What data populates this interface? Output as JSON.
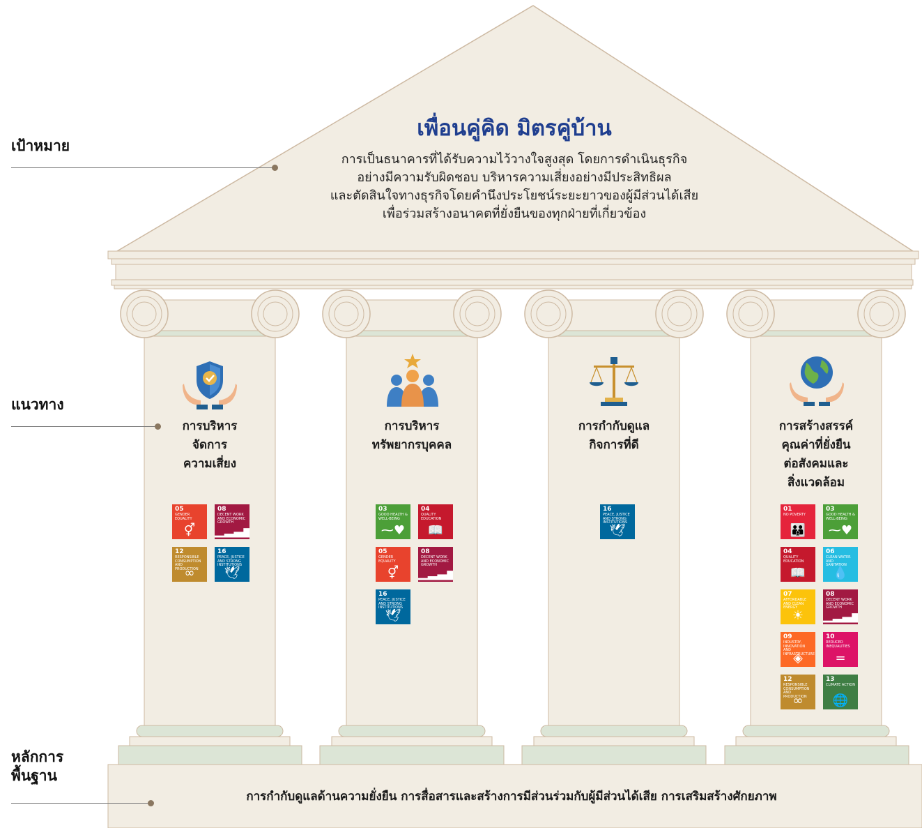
{
  "side_labels": {
    "goal": "เป้าหมาย",
    "approach": "แนวทาง",
    "foundation_line1": "หลักการ",
    "foundation_line2": "พื้นฐาน"
  },
  "goal": {
    "title": "เพื่อนคู่คิด มิตรคู่บ้าน",
    "lines": [
      "การเป็นธนาคารที่ได้รับความไว้วางใจสูงสุด โดยการดำเนินธุรกิจ",
      "อย่างมีความรับผิดชอบ บริหารความเสี่ยงอย่างมีประสิทธิผล",
      "และตัดสินใจทางธุรกิจโดยคำนึงประโยชน์ระยะยาวของผู้มีส่วนได้เสีย",
      "เพื่อร่วมสร้างอนาคตที่ยั่งยืนของทุกฝ่ายที่เกี่ยวข้อง"
    ]
  },
  "pillars": [
    {
      "icon": "shield-in-hands-icon",
      "title_lines": [
        "การบริหาร",
        "จัดการ",
        "ความเสี่ยง"
      ],
      "sdgs": [
        {
          "num": "05",
          "label": "GENDER EQUALITY",
          "color": "#E8432D",
          "glyph": "⚥"
        },
        {
          "num": "08",
          "label": "DECENT WORK AND ECONOMIC GROWTH",
          "color": "#A21942",
          "glyph": "▁▂▃▅▇"
        },
        {
          "num": "12",
          "label": "RESPONSIBLE CONSUMPTION AND PRODUCTION",
          "color": "#BF8B2E",
          "glyph": "∞"
        },
        {
          "num": "16",
          "label": "PEACE, JUSTICE AND STRONG INSTITUTIONS",
          "color": "#00689D",
          "glyph": "🕊"
        }
      ]
    },
    {
      "icon": "people-star-icon",
      "title_lines": [
        "การบริหาร",
        "ทรัพยากรบุคคล"
      ],
      "sdgs": [
        {
          "num": "03",
          "label": "GOOD HEALTH & WELL-BEING",
          "color": "#4C9F38",
          "glyph": "⁓♥"
        },
        {
          "num": "04",
          "label": "QUALITY EDUCATION",
          "color": "#C5192D",
          "glyph": "📖"
        },
        {
          "num": "05",
          "label": "GENDER EQUALITY",
          "color": "#E8432D",
          "glyph": "⚥"
        },
        {
          "num": "08",
          "label": "DECENT WORK AND ECONOMIC GROWTH",
          "color": "#A21942",
          "glyph": "▁▂▃▅▇"
        },
        {
          "num": "16",
          "label": "PEACE, JUSTICE AND STRONG INSTITUTIONS",
          "color": "#00689D",
          "glyph": "🕊"
        }
      ]
    },
    {
      "icon": "scales-icon",
      "title_lines": [
        "การกำกับดูแล",
        "กิจการที่ดี"
      ],
      "sdgs": [
        {
          "num": "16",
          "label": "PEACE, JUSTICE AND STRONG INSTITUTIONS",
          "color": "#00689D",
          "glyph": "🕊"
        }
      ]
    },
    {
      "icon": "globe-in-hands-icon",
      "title_lines": [
        "การสร้างสรรค์",
        "คุณค่าที่ยั่งยืน",
        "ต่อสังคมและ",
        "สิ่งแวดล้อม"
      ],
      "sdgs": [
        {
          "num": "01",
          "label": "NO POVERTY",
          "color": "#E5243B",
          "glyph": "👪"
        },
        {
          "num": "03",
          "label": "GOOD HEALTH & WELL-BEING",
          "color": "#4C9F38",
          "glyph": "⁓♥"
        },
        {
          "num": "04",
          "label": "QUALITY EDUCATION",
          "color": "#C5192D",
          "glyph": "📖"
        },
        {
          "num": "06",
          "label": "CLEAN WATER AND SANITATION",
          "color": "#26BDE2",
          "glyph": "💧"
        },
        {
          "num": "07",
          "label": "AFFORDABLE AND CLEAN ENERGY",
          "color": "#FCC30B",
          "glyph": "☀"
        },
        {
          "num": "08",
          "label": "DECENT WORK AND ECONOMIC GROWTH",
          "color": "#A21942",
          "glyph": "▁▂▃▅▇"
        },
        {
          "num": "09",
          "label": "INDUSTRY, INNOVATION AND INFRASTRUCTURE",
          "color": "#FD6925",
          "glyph": "◈"
        },
        {
          "num": "10",
          "label": "REDUCED INEQUALITIES",
          "color": "#DD1367",
          "glyph": "="
        },
        {
          "num": "12",
          "label": "RESPONSIBLE CONSUMPTION AND PRODUCTION",
          "color": "#BF8B2E",
          "glyph": "∞"
        },
        {
          "num": "13",
          "label": "CLIMATE ACTION",
          "color": "#3F7E44",
          "glyph": "🌐"
        }
      ]
    }
  ],
  "foundation": {
    "text": "การกำกับดูแลด้านความยั่งยืน การสื่อสารและสร้างการมีส่วนร่วมกับผู้มีส่วนได้เสีย การเสริมสร้างศักยภาพ"
  },
  "colors": {
    "stone": "#F2EDE3",
    "stone_edge": "#CDB9A2",
    "sage": "#DCE5D6",
    "title_blue": "#1F3E8F"
  }
}
